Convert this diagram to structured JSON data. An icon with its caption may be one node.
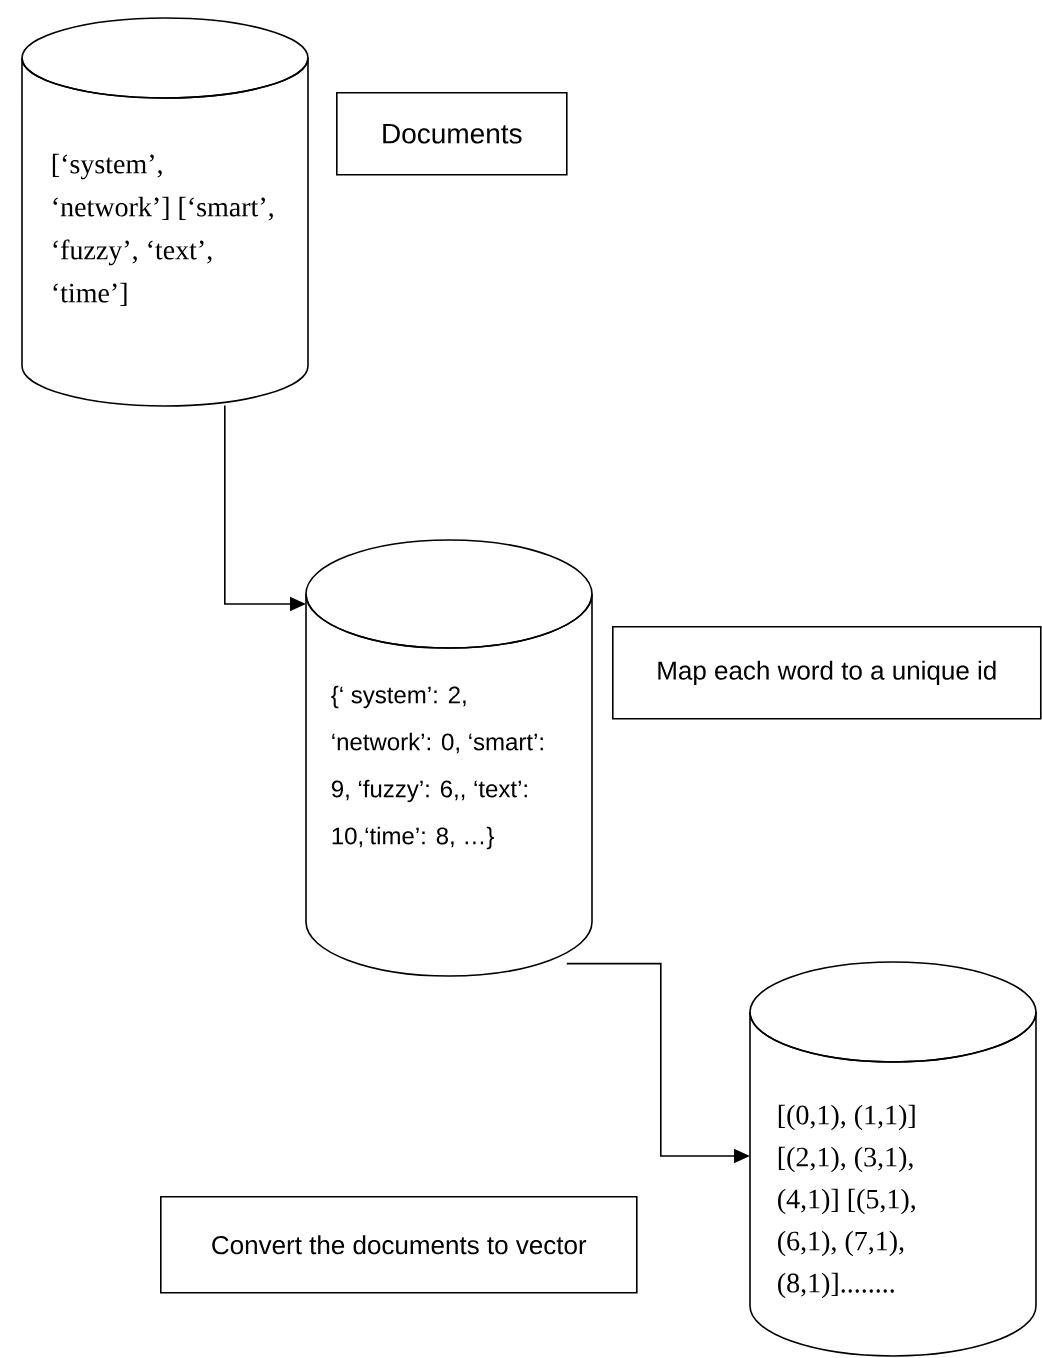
{
  "diagram": {
    "nodes": [
      {
        "text": [
          "[‘system’, ‘network’] [‘smart’, ‘fuzzy’, ‘text’, ‘time’]"
        ]
      },
      {
        "text": [
          "Documents"
        ]
      },
      {
        "text": [
          "{‘ system’: 2, ‘network’: 0, ‘smart’: 9, ‘fuzzy’: 6,, ‘text’: 10,‘time’: 8, …}"
        ]
      },
      {
        "text": [
          "Map each word to a unique id"
        ]
      },
      {
        "text": [
          "[(0,1), (1,1)] [(2,1), (3,1), (4,1)] [(5,1), (6,1), (7,1), (8,1)]........"
        ]
      },
      {
        "text": [
          "Convert the documents to vector"
        ]
      }
    ],
    "edges": [
      {
        "from": 0,
        "to": 2,
        "arrow": "to"
      },
      {
        "from": 2,
        "to": 4,
        "arrow": "to"
      }
    ]
  }
}
